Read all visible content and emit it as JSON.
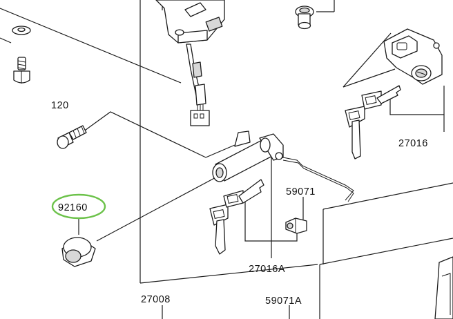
{
  "parts": {
    "p120": {
      "number": "120"
    },
    "p92160": {
      "number": "92160",
      "highlighted": true
    },
    "p27016": {
      "number": "27016"
    },
    "p27016A": {
      "number": "27016A"
    },
    "p59071": {
      "number": "59071"
    },
    "p27008": {
      "number": "27008"
    },
    "p59071A": {
      "number": "59071A"
    }
  },
  "colors": {
    "highlight": "#6cc24a",
    "line": "#1a1a1a",
    "part_fill": "#ffffff",
    "part_shade": "#d8d8d8"
  }
}
